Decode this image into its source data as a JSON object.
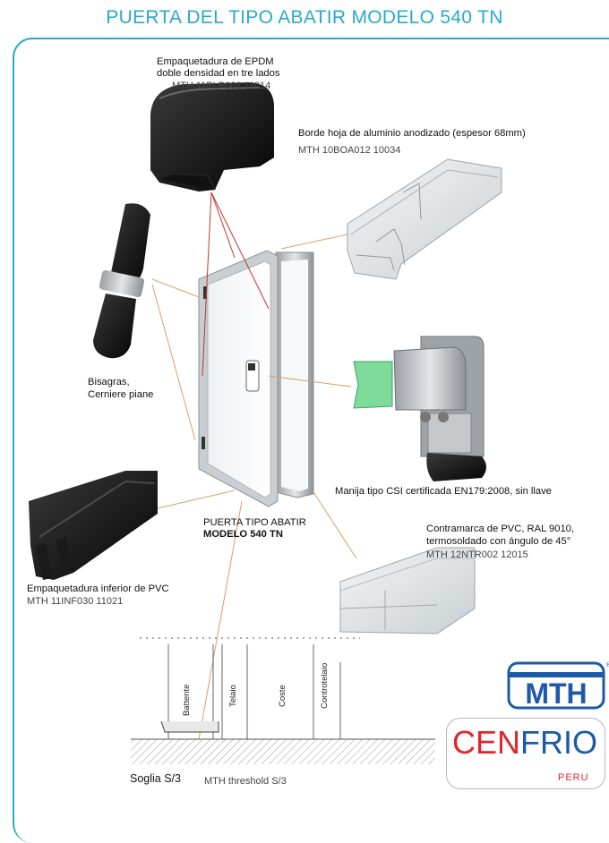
{
  "title": "PUERTA DEL TIPO ABATIR MODELO 540 TN",
  "labels": {
    "epdm_line1": "Empaquetadura de EPDM",
    "epdm_line2": "doble densidad en tre lados",
    "epdm_code": "MTH 11PLP001 11014",
    "borde_line1": "Borde hoja de aluminio anodizado (espesor 68mm)",
    "borde_code": "MTH 10BOA012 10034",
    "bisagras_line1": "Bisagras,",
    "bisagras_line2": "Cerniere piane",
    "manija_line1": "Manija tipo CSI certificada EN179:2008, sin llave",
    "puerta_line1": "PUERTA TIPO ABATIR",
    "puerta_line2": "MODELO 540 TN",
    "contra_line1": "Contramarca de PVC, RAL 9010,",
    "contra_line2": "termosoldado con ángulo de 45°",
    "contra_code": "MTH 12NTR002 12015",
    "inferior_line1": "Empaquetadura inferior de PVC",
    "inferior_code": "MTH 11INF030 11021"
  },
  "section": {
    "battente": "Battente",
    "telaio": "Telaio",
    "coste": "Coste",
    "controtelaio": "Controtelaio",
    "soglia": "Soglia S/3",
    "threshold": "MTH threshold S/3"
  },
  "logos": {
    "mth": "MTH",
    "cen": "CEN",
    "frio": "FRIO",
    "peru": "PERU"
  },
  "colors": {
    "title": "#29a9c9",
    "mth_blue": "#1c5aa8",
    "cenfrio_red": "#e2262b",
    "cenfrio_blue": "#1c5aa8",
    "leader_red": "#c0392b",
    "leader_tan": "#d9a061"
  }
}
